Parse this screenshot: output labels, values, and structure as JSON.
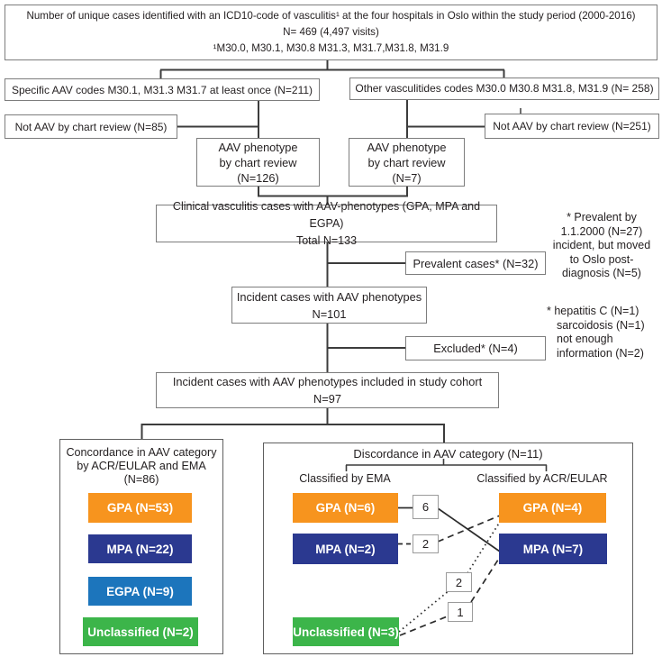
{
  "colors": {
    "orange": "#F7941E",
    "navy": "#2B3990",
    "blue": "#1C75BC",
    "green": "#3CB54A",
    "line": "#3c3c3c",
    "text": "#231f20"
  },
  "flow": {
    "top_line1": "Number of unique cases identified with an ICD10-code of vasculitis¹ at the four hospitals in Oslo within the study period (2000-2016)",
    "top_line2": "N= 469 (4,497 visits)",
    "top_line3": "¹M30.0, M30.1, M30.8 M31.3, M31.7,M31.8, M31.9",
    "specific_codes": "Specific AAV codes M30.1, M31.3 M31.7 at least once (N=211)",
    "other_codes": "Other vasculitides codes M30.0 M30.8 M31.8, M31.9 (N= 258)",
    "not_aav_left": "Not AAV by chart review (N=85)",
    "not_aav_right": "Not AAV by chart review (N=251)",
    "pheno_left_l1": "AAV phenotype",
    "pheno_left_l2": "by chart review",
    "pheno_left_l3": "(N=126)",
    "pheno_right_l1": "AAV phenotype",
    "pheno_right_l2": "by chart review",
    "pheno_right_l3": "(N=7)",
    "clinical_l1": "Clinical vasculitis cases with AAV-phenotypes (GPA, MPA and EGPA)",
    "clinical_l2": "Total N=133",
    "prevalent": "Prevalent cases* (N=32)",
    "incident101_l1": "Incident cases with AAV phenotypes",
    "incident101_l2": "N=101",
    "excluded": "Excluded* (N=4)",
    "incident97_l1": "Incident cases with AAV phenotypes included in study cohort",
    "incident97_l2": "N=97"
  },
  "notes": {
    "prevalent_note": [
      "* Prevalent by",
      "1.1.2000 (N=27)",
      "incident, but moved",
      "to  Oslo post-",
      "diagnosis (N=5)"
    ],
    "excluded_note": [
      "* hepatitis C (N=1)",
      "sarcoidosis (N=1)",
      "not enough",
      "information (N=2)"
    ]
  },
  "concordance": {
    "title_l1": "Concordance in AAV category",
    "title_l2": "by ACR/EULAR and EMA",
    "title_l3": "(N=86)",
    "items": [
      {
        "label": "GPA (N=53)",
        "color": "#F7941E"
      },
      {
        "label": "MPA (N=22)",
        "color": "#2B3990"
      },
      {
        "label": "EGPA (N=9)",
        "color": "#1C75BC"
      },
      {
        "label": "Unclassified (N=2)",
        "color": "#3CB54A"
      }
    ]
  },
  "discordance": {
    "title": "Discordance in AAV category (N=11)",
    "left_header": "Classified by EMA",
    "right_header": "Classified by ACR/EULAR",
    "ema": [
      {
        "label": "GPA (N=6)",
        "color": "#F7941E"
      },
      {
        "label": "MPA (N=2)",
        "color": "#2B3990"
      },
      {
        "label": "Unclassified (N=3)",
        "color": "#3CB54A"
      }
    ],
    "acr": [
      {
        "label": "GPA (N=4)",
        "color": "#F7941E"
      },
      {
        "label": "MPA (N=7)",
        "color": "#2B3990"
      }
    ],
    "counts": {
      "gpa_to_mpa": "6",
      "mpa_to_gpa": "2",
      "uncl_to_gpa": "2",
      "uncl_to_mpa": "1"
    }
  }
}
